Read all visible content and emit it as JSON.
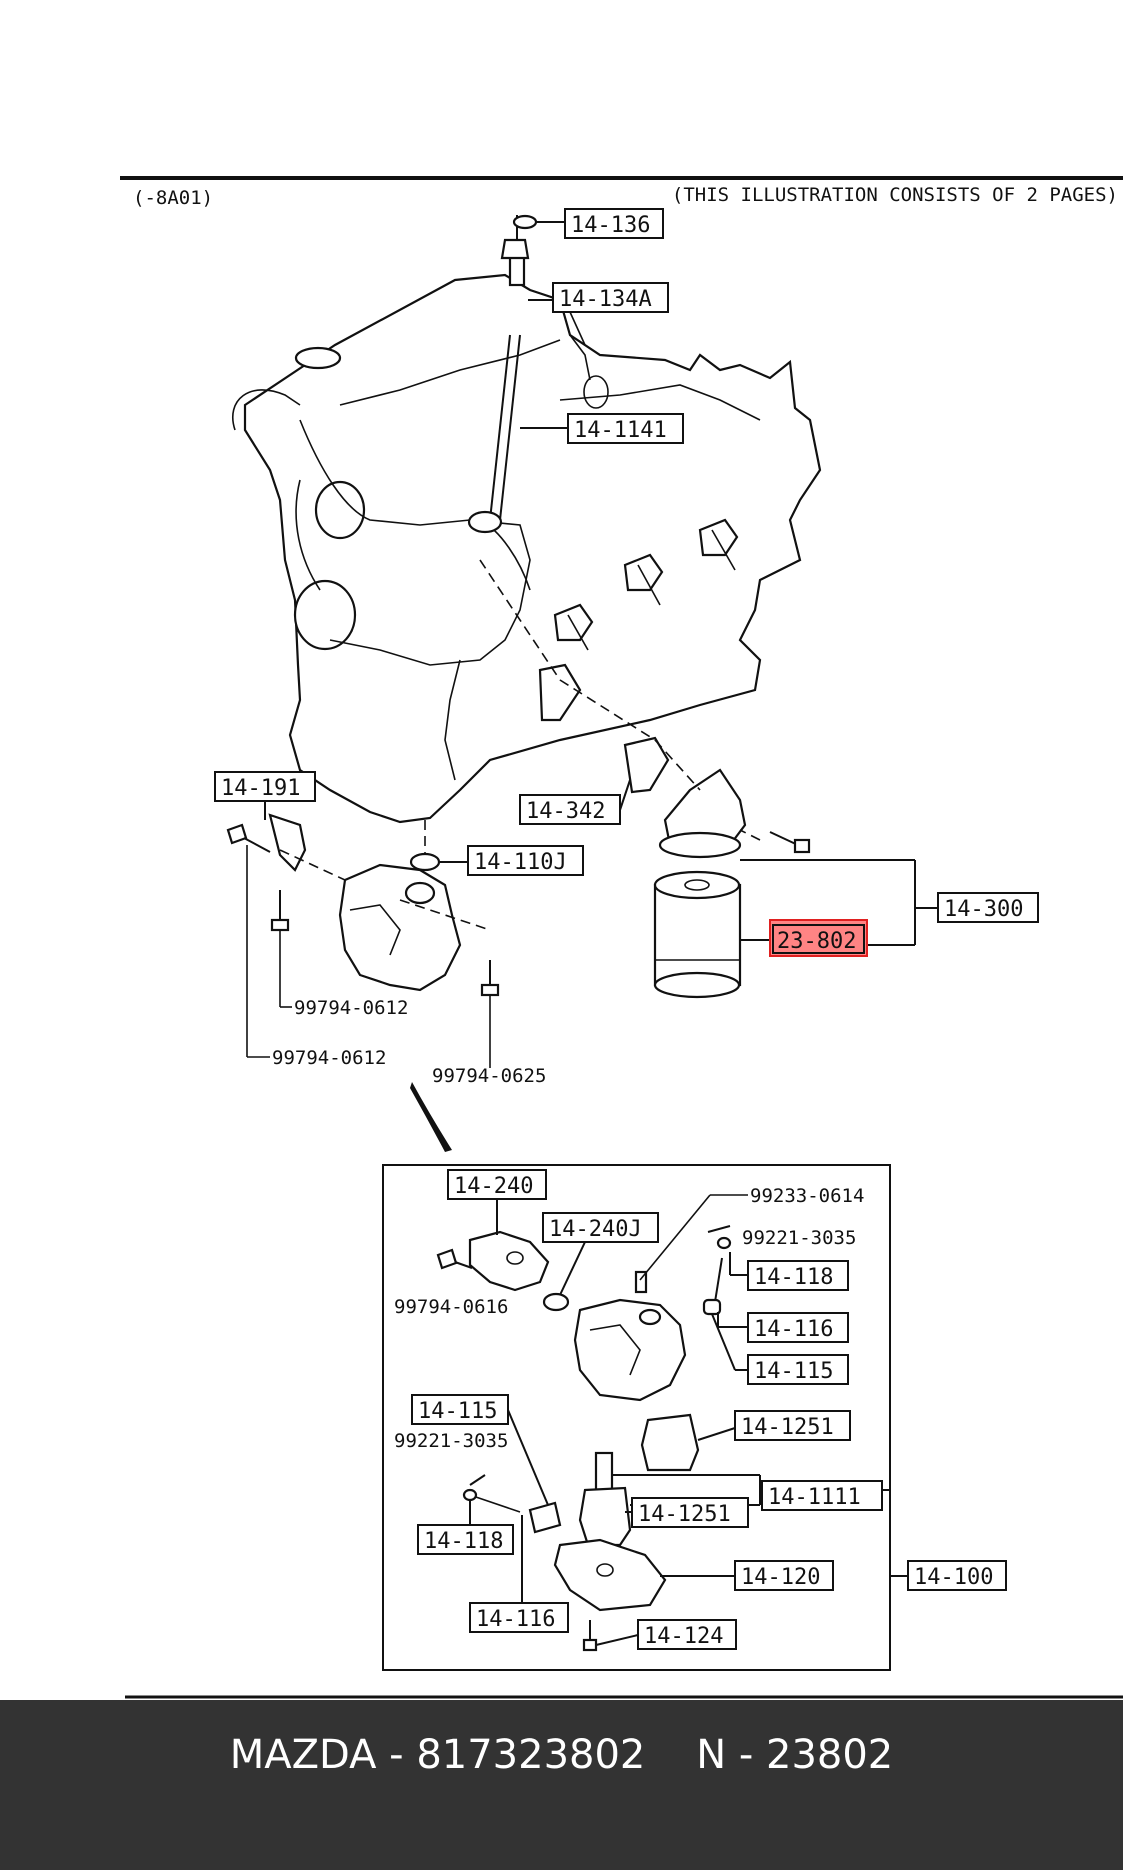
{
  "header": {
    "left_code": "(-8A01)",
    "right_note": "(THIS ILLUSTRATION CONSISTS OF  2 PAGES)"
  },
  "callouts": {
    "c14_136": "14-136",
    "c14_134A": "14-134A",
    "c14_1141": "14-1141",
    "c14_191": "14-191",
    "c14_342": "14-342",
    "c14_110J": "14-110J",
    "c14_300": "14-300",
    "c23_802": "23-802",
    "c14_240": "14-240",
    "c14_240J": "14-240J",
    "c14_118a": "14-118",
    "c14_116a": "14-116",
    "c14_115a": "14-115",
    "c14_1251a": "14-1251",
    "c14_115b": "14-115",
    "c14_1111": "14-1111",
    "c14_1251b": "14-1251",
    "c14_118b": "14-118",
    "c14_120": "14-120",
    "c14_100": "14-100",
    "c14_116b": "14-116",
    "c14_124": "14-124"
  },
  "plain_labels": {
    "p99794_0612a": "99794-0612",
    "p99794_0612b": "99794-0612",
    "p99794_0625": "99794-0625",
    "p99233_0614": "99233-0614",
    "p99221_3035a": "99221-3035",
    "p99794_0616": "99794-0616",
    "p99221_3035b": "99221-3035"
  },
  "highlight_color": "#ff6f6f",
  "footer": {
    "brand": "MAZDA",
    "part_number": "817323802",
    "ref": "N - 23802",
    "text": "MAZDA - 817323802    N - 23802"
  }
}
